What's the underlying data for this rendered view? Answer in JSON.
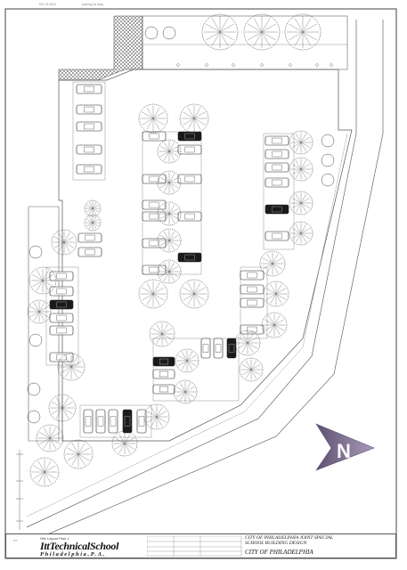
{
  "drawing": {
    "header_left": "DD-74-0001",
    "header_right": "parking lot dwg"
  },
  "title_block": {
    "staff_label": "Site Layout Plan 1",
    "school_name": "IttTechnicalSchool",
    "school_city": "Philadelphia,P.A.",
    "project_line1": "CITY OF PHILADELPHIA JOINT SPECIAL",
    "project_line2": "SCHOOL BUILDING DESIGN",
    "client": "CITY OF PHILADELPHIA",
    "small_label": "ITT"
  },
  "north_arrow": {
    "label": "N",
    "color": "#7d6f8e"
  },
  "colors": {
    "line": "#555555",
    "car_dark": "#1a1a1a",
    "tree": "#333333"
  }
}
